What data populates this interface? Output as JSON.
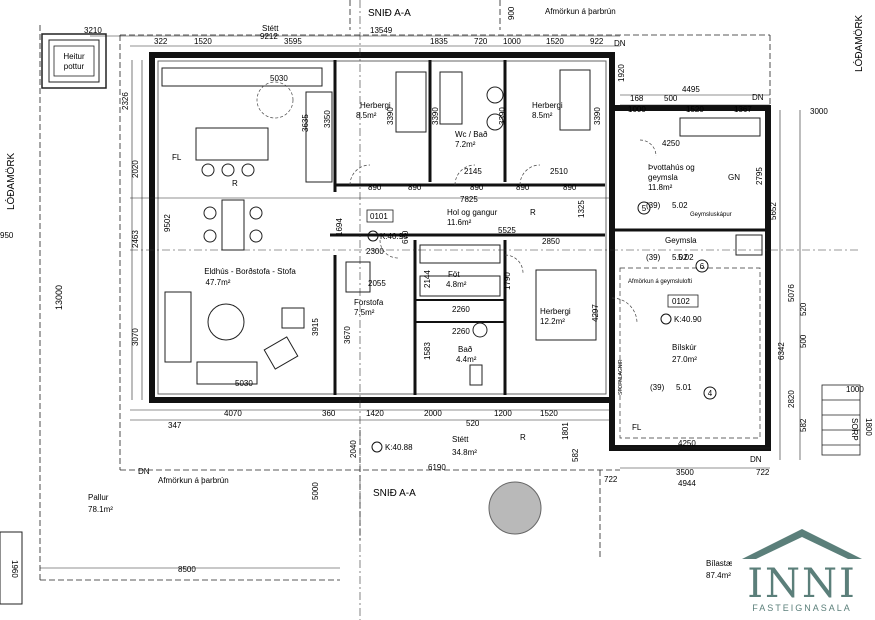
{
  "labels": {
    "heitur_pottur_1": "Heitur",
    "heitur_pottur_2": "pottur",
    "stett_top": "Stétt",
    "snid_top": "SNIÐ A-A",
    "snid_bottom": "SNIÐ A-A",
    "afmorkun_top": "Afmörkun á þarbrún",
    "afmorkun_bottom": "Afmörkun á þarbrún",
    "afmorkun_garage": "Afmörkun á geymslulofti",
    "lodamork_left": "LÓÐAMÖRK",
    "lodamork_right": "LÓÐAMÖRK",
    "stett_bottom": "Stétt",
    "stett_bottom_area": "34.8m²",
    "pallur": "Pallur",
    "pallur_area": "78.1m²",
    "bilastaedi": "Bílastæði",
    "bilastaedi_area": "87.4m²",
    "sorp": "SORP",
    "stofnlagnir": "STOFNLAGNIR",
    "geymsluskapur": "Geymsluskápur",
    "fl_1": "FL",
    "fl_2": "FL",
    "dn_1": "DN",
    "dn_2": "DN",
    "dn_3": "DN",
    "dn_4": "DN",
    "r_1": "R",
    "r_2": "R",
    "r_3": "R",
    "gn_1": "GN"
  },
  "rooms": {
    "eldhus": "Eldhús - Borðstofa - Stofa",
    "eldhus_area": "47.7m²",
    "herbergi_1": "Herbergi",
    "herbergi_1_area": "8.5m²",
    "wc": "Wc / Bað",
    "wc_area": "7.2m²",
    "herbergi_2": "Herbergi",
    "herbergi_2_area": "8.5m²",
    "thvottahus_1": "Þvottahús og",
    "thvottahus_2": "geymsla",
    "thvottahus_area": "11.8m²",
    "hol": "Hol og gangur",
    "hol_area": "11.6m²",
    "fot": "Föt",
    "fot_area": "4.8m²",
    "forstofa": "Forstofa",
    "forstofa_area": "7.5m²",
    "herbergi_3": "Herbergi",
    "herbergi_3_area": "12.2m²",
    "bad": "Bað",
    "bad_area": "4.4m²",
    "geymsla": "Geymsla",
    "geymsla_code": "5.02",
    "bilskur": "Bílskúr",
    "bilskur_area": "27.0m²"
  },
  "tags": {
    "t0101": "0101",
    "t0102": "0102",
    "k_main": "K:40.90",
    "k_garage": "K:40.90",
    "k_stett": "K:40.88",
    "c39_1": "(39)",
    "v502_1": "5.02",
    "c39_2": "(39)",
    "v502_2": "5.02",
    "c39_3": "(39)",
    "v501": "5.01",
    "n5": "5",
    "n6": "6",
    "n4": "4"
  },
  "dims": {
    "d3210": "3210",
    "d322": "322",
    "d1520a": "1520",
    "d3595": "3595",
    "d13549": "13549",
    "d1835": "1835",
    "d720": "720",
    "d1000a": "1000",
    "d1520b": "1520",
    "d922": "922",
    "d9212": "9212",
    "d900": "900",
    "d1920": "1920",
    "d5030a": "5030",
    "d2326": "2326",
    "d3635": "3635",
    "d3350": "3350",
    "d3390a": "3390",
    "d3390b": "3390",
    "d3390c": "3390",
    "d3390d": "3390",
    "d168": "168",
    "d500a": "500",
    "d4495": "4495",
    "d1000b": "1000",
    "d1520c": "1520",
    "d1367": "1367",
    "d3000": "3000",
    "d4250a": "4250",
    "d2795": "2795",
    "d2020": "2020",
    "d890a": "890",
    "d890b": "890",
    "d890c": "890",
    "d890d": "890",
    "d890e": "890",
    "d2145": "2145",
    "d2510": "2510",
    "d7825": "7825",
    "d5652": "5652",
    "d1325": "1325",
    "d5525": "5525",
    "d2850": "2850",
    "d2300": "2300",
    "d670": "670",
    "d1694": "1694",
    "d2463": "2463",
    "d9502": "9502",
    "d2055": "2055",
    "d2144": "2144",
    "d1790": "1790",
    "d2260a": "2260",
    "d2260b": "2260",
    "d4297": "4297",
    "d3915": "3915",
    "d3670": "3670",
    "d3070": "3070",
    "d1583": "1583",
    "d5030b": "5030",
    "d13000": "13000",
    "d950": "950",
    "d4070": "4070",
    "d360": "360",
    "d1420": "1420",
    "d2000": "2000",
    "d1200": "1200",
    "d1520d": "1520",
    "d347": "347",
    "d520a": "520",
    "d6342": "6342",
    "d5076": "5076",
    "d500b": "500",
    "d520b": "520",
    "d2820": "2820",
    "d1000c": "1000",
    "d1800": "1800",
    "d582a": "582",
    "d1801": "1801",
    "d582b": "582",
    "d4250b": "4250",
    "d2040": "2040",
    "d6190": "6190",
    "d3500": "3500",
    "d722a": "722",
    "d722b": "722",
    "d4944": "4944",
    "d5000": "5000",
    "d8500": "8500",
    "d1960": "1960"
  },
  "logo": {
    "word": "INNI",
    "sub": "FASTEIGNASALA",
    "color": "#5b7f7a"
  }
}
